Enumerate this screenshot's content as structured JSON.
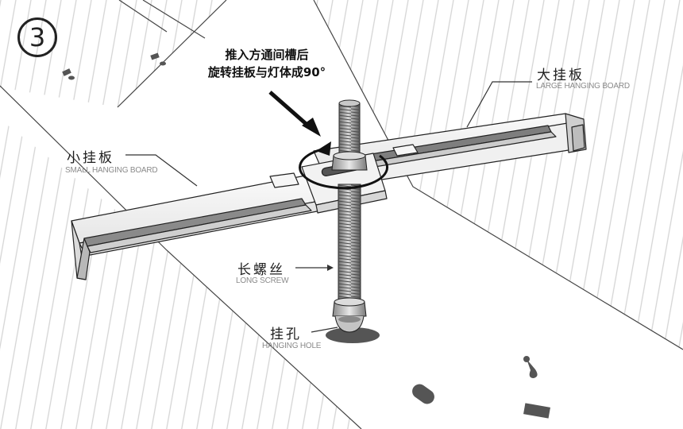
{
  "step_number": "3",
  "instruction": {
    "line1": "推入方通间槽后",
    "line2": "旋转挂板与灯体成90°"
  },
  "labels": {
    "large_board": {
      "zh": "大挂板",
      "en": "LARGE HANGING BOARD"
    },
    "small_board": {
      "zh": "小挂板",
      "en": "SMALL HANGING BOARD"
    },
    "long_screw": {
      "zh": "长螺丝",
      "en": "LONG SCREW"
    },
    "hanging_hole": {
      "zh": "挂孔",
      "en": "HANGING HOLE"
    }
  },
  "colors": {
    "line": "#222222",
    "ceiling_stripe": "#d4d4d4",
    "metal_light": "#f4f4f4",
    "metal_dark": "#9a9a9a",
    "hole": "#555555"
  }
}
